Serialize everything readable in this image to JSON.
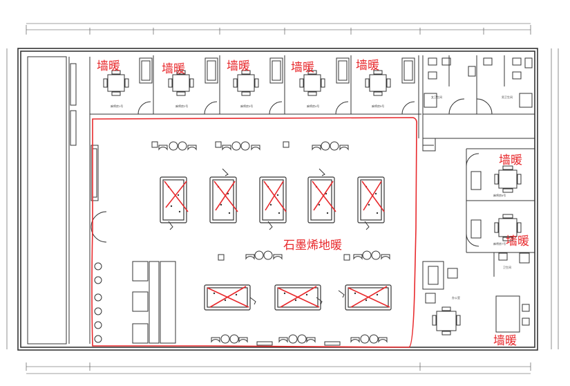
{
  "plan": {
    "wall_heating_label": "墙暖",
    "graphene_floor_label": "石墨烯地暖",
    "colors": {
      "ink": "#333333",
      "markup_red": "#e8292c",
      "background": "#ffffff"
    },
    "rooms_top": [
      {
        "label": "墙暖"
      },
      {
        "label": "墙暖"
      },
      {
        "label": "墙暖"
      },
      {
        "label": "墙暖"
      },
      {
        "label": "墙暖"
      }
    ],
    "rooms_right": [
      {
        "label": "墙暖"
      },
      {
        "label": "墙暖"
      },
      {
        "label": "墙暖"
      }
    ],
    "pool_tables_upper": 5,
    "pool_tables_lower": 3
  }
}
